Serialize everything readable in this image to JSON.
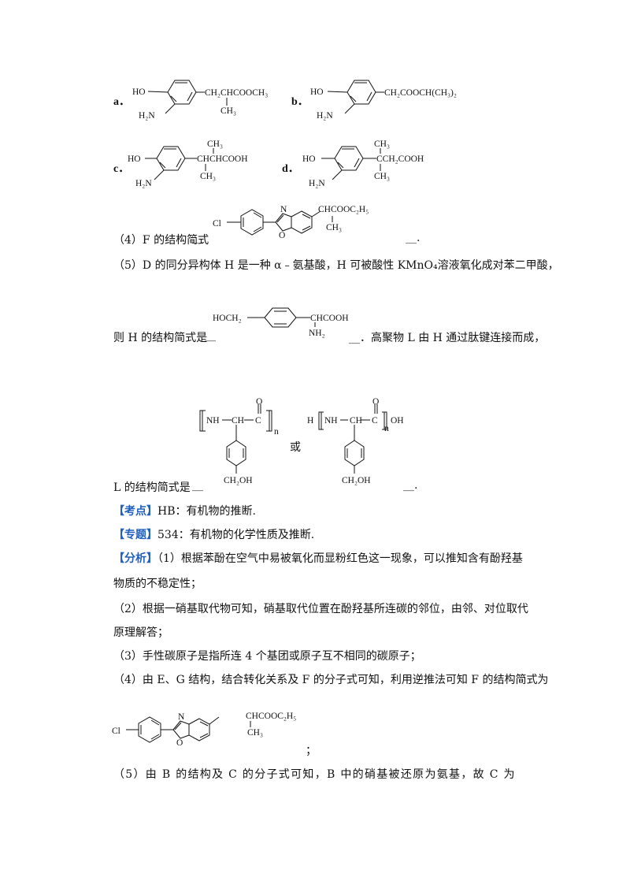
{
  "options": {
    "a": {
      "label": "a．",
      "oh": "HO",
      "nh2": "H₂N",
      "chain": "CH₂CHCOOCH₃",
      "sub": "CH₃"
    },
    "b": {
      "label": "b．",
      "oh": "HO",
      "nh2": "H₂N",
      "chain": "CH₂COOCH(CH₃)₂"
    },
    "c": {
      "label": "c．",
      "oh": "HO",
      "nh2": "H₂N",
      "chain": "CHCHCOOH",
      "top": "CH₃",
      "sub": "CH₃"
    },
    "d": {
      "label": "d．",
      "oh": "HO",
      "nh2": "H₂N",
      "chain": "CCH₂COOH",
      "top": "CH₃",
      "sub": "CH₃"
    }
  },
  "q4": {
    "prefix": "（4）F 的结构简式",
    "blank_a": "__",
    "blank_b": "__.",
    "struct": {
      "cl": "Cl",
      "n": "N",
      "o": "O",
      "chain": "CHCOOC₂H₅",
      "sub": "CH₃"
    }
  },
  "q5": {
    "line1": "（5）D 的同分异构体 H 是一种 α﹣氨基酸，H 可被酸性 KMnO₄溶液氧化成对苯二甲酸，",
    "line2_prefix": "则 H 的结构简式是",
    "blank_a": "__",
    "line2_suffix": "__．高聚物 L 由 H 通过肽键连接而成，",
    "h_struct": {
      "left": "HOCH₂",
      "chain": "CHCOOH",
      "sub": "NH₂"
    }
  },
  "l_line": {
    "prefix": "L 的结构简式是",
    "blank_a": "__",
    "suffix": "__.",
    "or": "或",
    "p1": {
      "nh": "NH",
      "ch": "CH",
      "c": "C",
      "o": "O",
      "n": "n",
      "bottom": "CH₂OH"
    },
    "p2": {
      "h": "H",
      "nh": "NH",
      "ch": "CH",
      "c": "C",
      "o": "O",
      "n": "n",
      "oh": "OH",
      "bottom": "CH₂OH"
    }
  },
  "kaodian": {
    "tag": "【考点】",
    "text": "HB：有机物的推断."
  },
  "zhuanti": {
    "tag": "【专题】",
    "text": "534：有机物的化学性质及推断."
  },
  "fenxi": {
    "tag": "【分析】",
    "p1a": "（1）根据苯酚在空气中易被氧化而显粉红色这一现象，可以推知含有酚羟基",
    "p1b": "物质的不稳定性；",
    "p2a": "（2）根据一硝基取代物可知，硝基取代位置在酚羟基所连碳的邻位，由邻、对位取代",
    "p2b": "原理解答；",
    "p3": "（3）手性碳原子是指所连 4 个基团或原子互不相同的碳原子；",
    "p4": "（4）由 E、G 结构，结合转化关系及 F 的分子式可知，利用逆推法可知 F 的结构简式为",
    "p4_end": "；",
    "p5": "（5）由 B 的结构及 C 的分子式可知，B 中的硝基被还原为氨基，故 C 为"
  },
  "f_struct2": {
    "cl": "Cl",
    "n": "N",
    "o": "O",
    "chain": "CHCOOC₂H₅",
    "sub": "CH₃"
  }
}
